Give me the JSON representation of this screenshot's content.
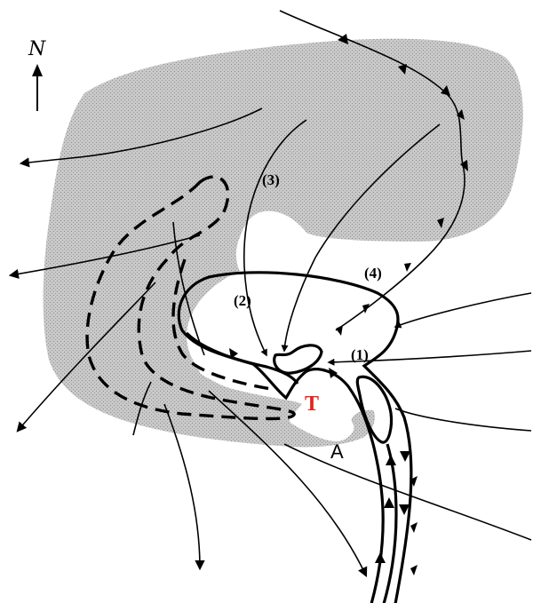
{
  "labels": {
    "north": "N",
    "stream_1": "(1)",
    "stream_2": "(2)",
    "stream_3": "(3)",
    "stream_4": "(4)",
    "point_a": "A",
    "point_t": "T"
  },
  "colors": {
    "cloud_shading": "#c4c4c4",
    "line": "#000000",
    "t_label": "#e3241b"
  },
  "icons": {
    "north_arrow": "north-arrow-icon",
    "front_symbols": "triangle-front-icon"
  }
}
